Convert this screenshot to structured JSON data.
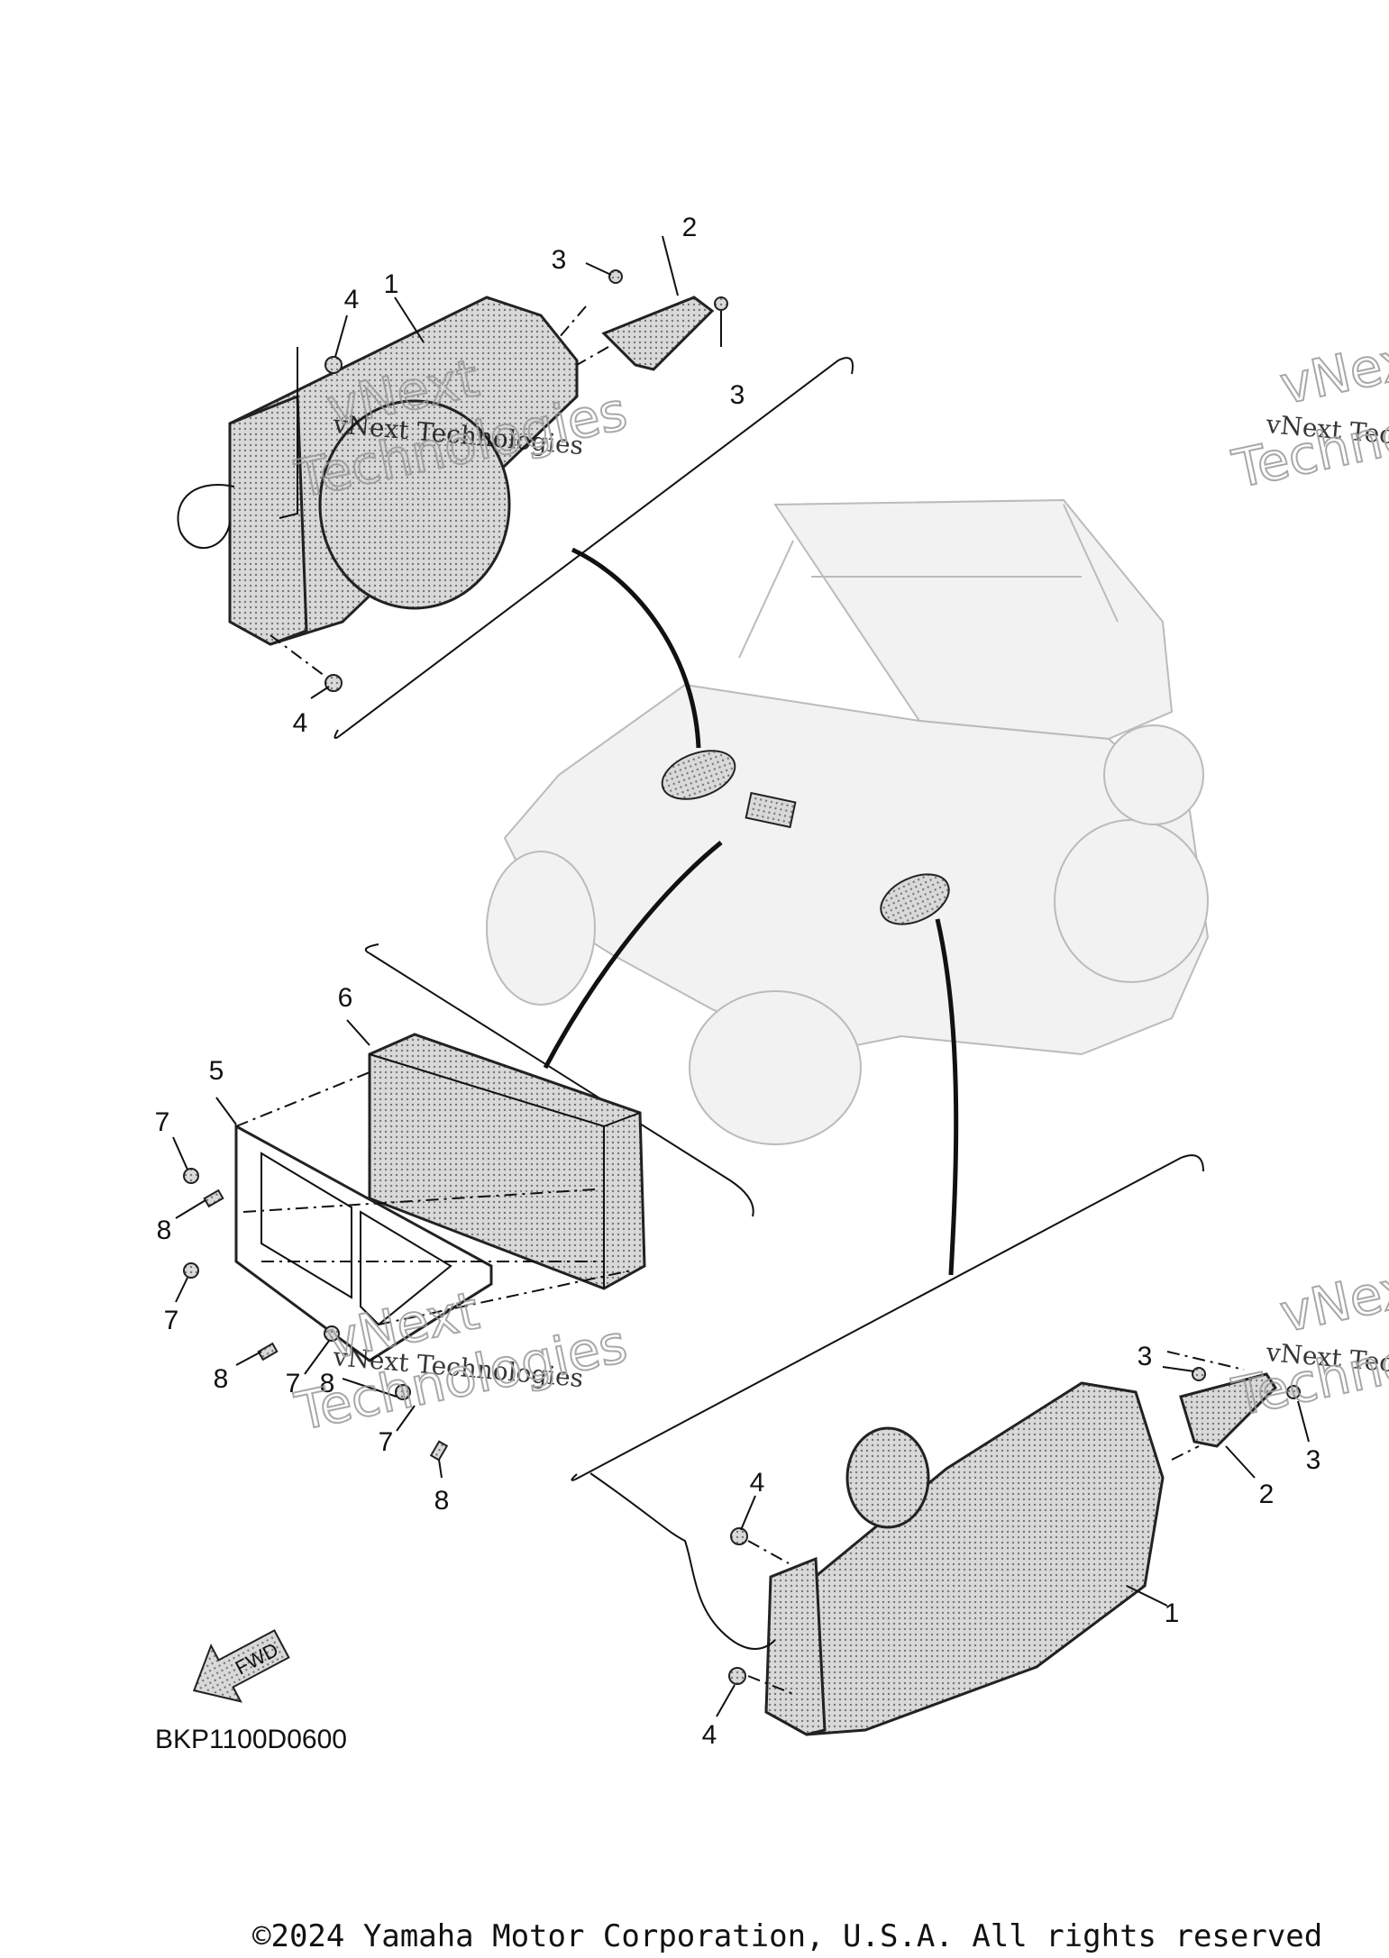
{
  "diagram": {
    "code": "BKP1100D0600",
    "copyright": "©2024 Yamaha Motor Corporation, U.S.A. All rights reserved",
    "fwd_label": "FWD",
    "watermark": {
      "line1": "vNext Technologies",
      "line2a": "vNext",
      "line2b": "Technologies"
    },
    "callouts": {
      "top_1": "1",
      "top_2": "2",
      "top_3a": "3",
      "top_3b": "3",
      "top_4a": "4",
      "top_4b": "4",
      "mid_5": "5",
      "mid_6": "6",
      "mid_7a": "7",
      "mid_7b": "7",
      "mid_7c": "7",
      "mid_7d": "7",
      "mid_8a": "8",
      "mid_8b": "8",
      "mid_8c": "8",
      "mid_8d": "8",
      "bot_1": "1",
      "bot_2": "2",
      "bot_3a": "3",
      "bot_3b": "3",
      "bot_4a": "4",
      "bot_4b": "4"
    }
  }
}
